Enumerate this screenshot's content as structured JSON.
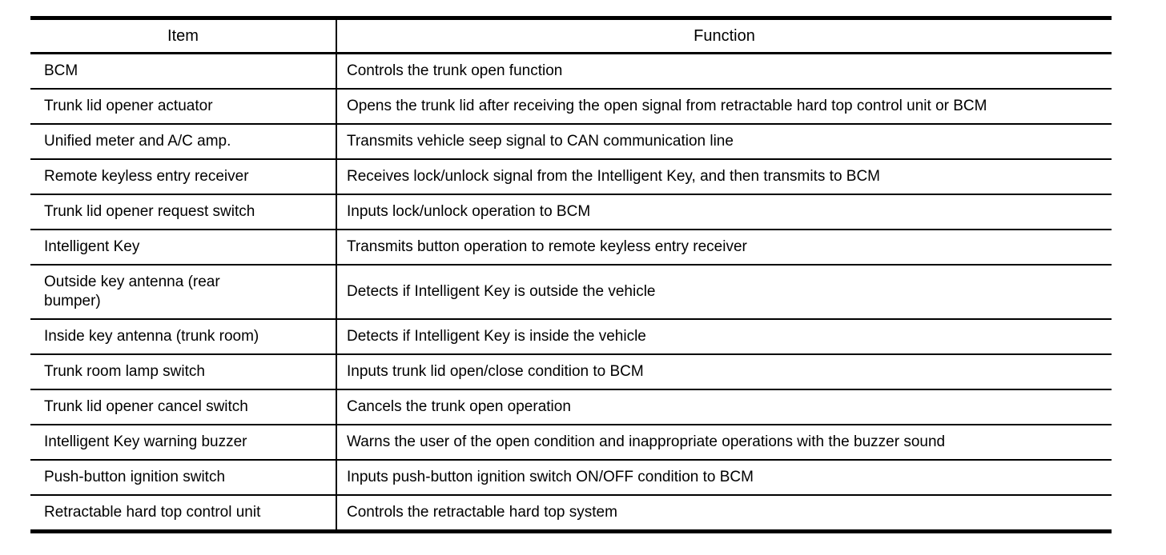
{
  "document": {
    "kind": "service-manual-table"
  },
  "colors": {
    "background": "#ffffff",
    "text": "#000000",
    "border": "#000000"
  },
  "table": {
    "columns": [
      "Item",
      "Function"
    ],
    "rows": [
      {
        "item": "BCM",
        "function": "Controls the trunk open function"
      },
      {
        "item": "Trunk lid opener actuator",
        "function": "Opens the trunk lid after receiving the open signal from retractable hard top control unit or BCM"
      },
      {
        "item": "Unified meter and A/C amp.",
        "function": "Transmits vehicle seep signal to CAN communication line"
      },
      {
        "item": "Remote keyless entry receiver",
        "function": "Receives lock/unlock signal from the Intelligent Key, and then transmits to BCM"
      },
      {
        "item": "Trunk lid opener request switch",
        "function": "Inputs lock/unlock operation to BCM"
      },
      {
        "item": "Intelligent Key",
        "function": "Transmits button operation to remote keyless entry receiver"
      },
      {
        "item": "Outside key antenna (rear bumper)",
        "function": "Detects if Intelligent Key is outside the vehicle"
      },
      {
        "item": "Inside key antenna (trunk room)",
        "function": "Detects if Intelligent Key is inside the vehicle"
      },
      {
        "item": "Trunk room lamp switch",
        "function": "Inputs trunk lid open/close condition to BCM"
      },
      {
        "item": "Trunk lid opener cancel switch",
        "function": "Cancels the trunk open operation"
      },
      {
        "item": "Intelligent Key warning buzzer",
        "function": "Warns the user of the open condition and inappropriate operations with the buzzer sound"
      },
      {
        "item": "Push-button ignition switch",
        "function": "Inputs push-button ignition switch ON/OFF condition to BCM"
      },
      {
        "item": "Retractable hard top control unit",
        "function": "Controls the retractable hard top system"
      }
    ]
  }
}
